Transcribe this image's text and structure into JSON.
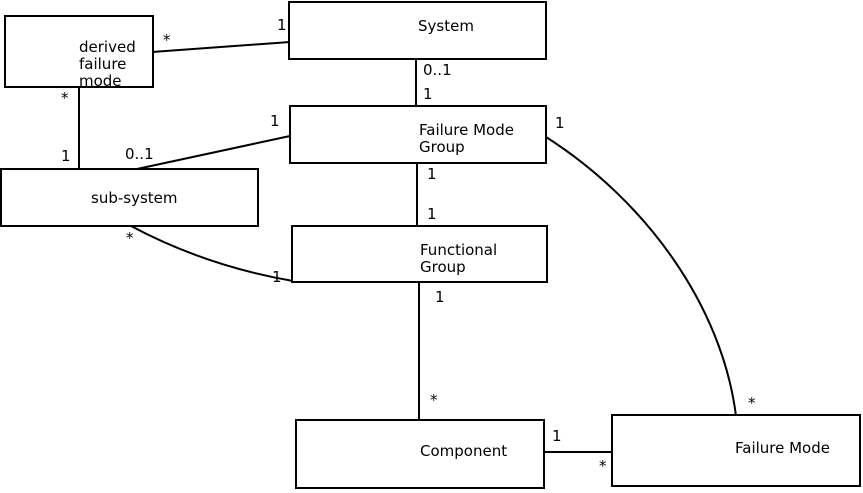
{
  "diagram": {
    "kind": "entity-relationship-diagram",
    "colors": {
      "line": "#000000",
      "text": "#000000",
      "node_fill": "#ffffff",
      "background": "#ffffff"
    },
    "nodes": {
      "derived_failure_mode": {
        "label": "derived\nfailure\nmode"
      },
      "system": {
        "label": "System"
      },
      "failure_mode_group": {
        "label": "Failure Mode\nGroup"
      },
      "sub_system": {
        "label": "sub-system"
      },
      "functional_group": {
        "label": "Functional\nGroup"
      },
      "component": {
        "label": "Component"
      },
      "failure_mode": {
        "label": "Failure Mode"
      }
    },
    "edges": {
      "dfm_system": {
        "from": "derived_failure_mode",
        "to": "system",
        "from_mult": "*",
        "to_mult": "1"
      },
      "system_fmg": {
        "from": "system",
        "to": "failure_mode_group",
        "from_mult": "0..1",
        "to_mult": "1"
      },
      "fmg_subsystem": {
        "from": "failure_mode_group",
        "to": "sub_system",
        "from_mult": "1",
        "to_mult": "0..1"
      },
      "dfm_subsystem": {
        "from": "derived_failure_mode",
        "to": "sub_system",
        "from_mult": "*",
        "to_mult": "1"
      },
      "subsystem_fg": {
        "from": "sub_system",
        "to": "functional_group",
        "from_mult": "*",
        "to_mult": "1"
      },
      "fmg_fg": {
        "from": "failure_mode_group",
        "to": "functional_group",
        "from_mult": "1",
        "to_mult": "1"
      },
      "fg_component": {
        "from": "functional_group",
        "to": "component",
        "from_mult": "1",
        "to_mult": "*"
      },
      "component_fm": {
        "from": "component",
        "to": "failure_mode",
        "from_mult": "1",
        "to_mult": "*"
      },
      "fmg_fm": {
        "from": "failure_mode_group",
        "to": "failure_mode",
        "from_mult": "1",
        "to_mult": "*"
      }
    }
  }
}
